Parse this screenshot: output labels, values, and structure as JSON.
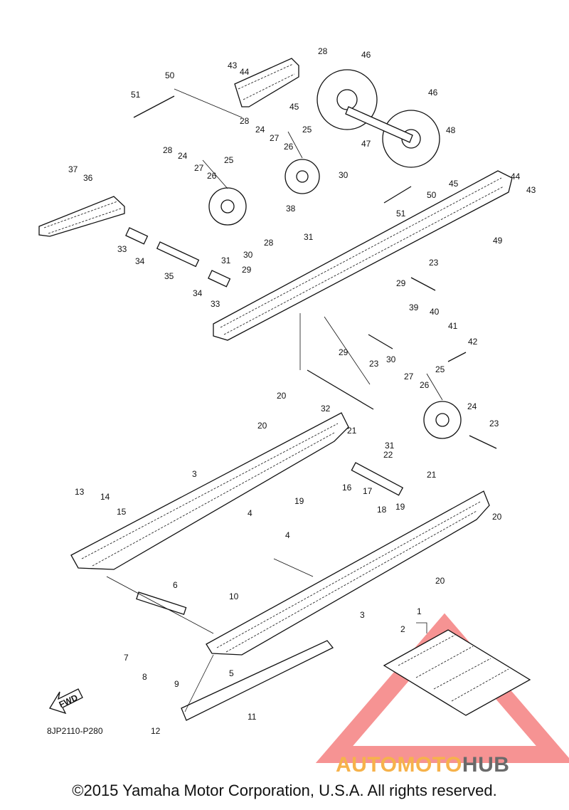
{
  "diagram_code": "8JP2110-P280",
  "copyright": "©2015 Yamaha Motor Corporation, U.S.A. All rights reserved.",
  "fwd_label": "FWD",
  "watermark": {
    "text_a": "AUTOMOTO",
    "text_b": "HUB",
    "color_a": "#f6b24b",
    "color_b": "#6a6a6a",
    "triangle_color": "#ef3b3b"
  },
  "callouts": [
    "43",
    "44",
    "28",
    "46",
    "50",
    "51",
    "45",
    "46",
    "48",
    "47",
    "28",
    "24",
    "27",
    "25",
    "26",
    "28",
    "24",
    "27",
    "25",
    "26",
    "37",
    "36",
    "30",
    "31",
    "45",
    "50",
    "44",
    "43",
    "51",
    "49",
    "38",
    "30",
    "31",
    "33",
    "34",
    "35",
    "28",
    "34",
    "33",
    "29",
    "23",
    "29",
    "39",
    "40",
    "41",
    "42",
    "29",
    "23",
    "30",
    "27",
    "25",
    "26",
    "24",
    "23",
    "32",
    "31",
    "20",
    "20",
    "21",
    "22",
    "21",
    "3",
    "19",
    "16",
    "17",
    "18",
    "19",
    "20",
    "13",
    "14",
    "15",
    "4",
    "4",
    "20",
    "3",
    "6",
    "10",
    "7",
    "8",
    "9",
    "5",
    "11",
    "1",
    "2",
    "12"
  ]
}
